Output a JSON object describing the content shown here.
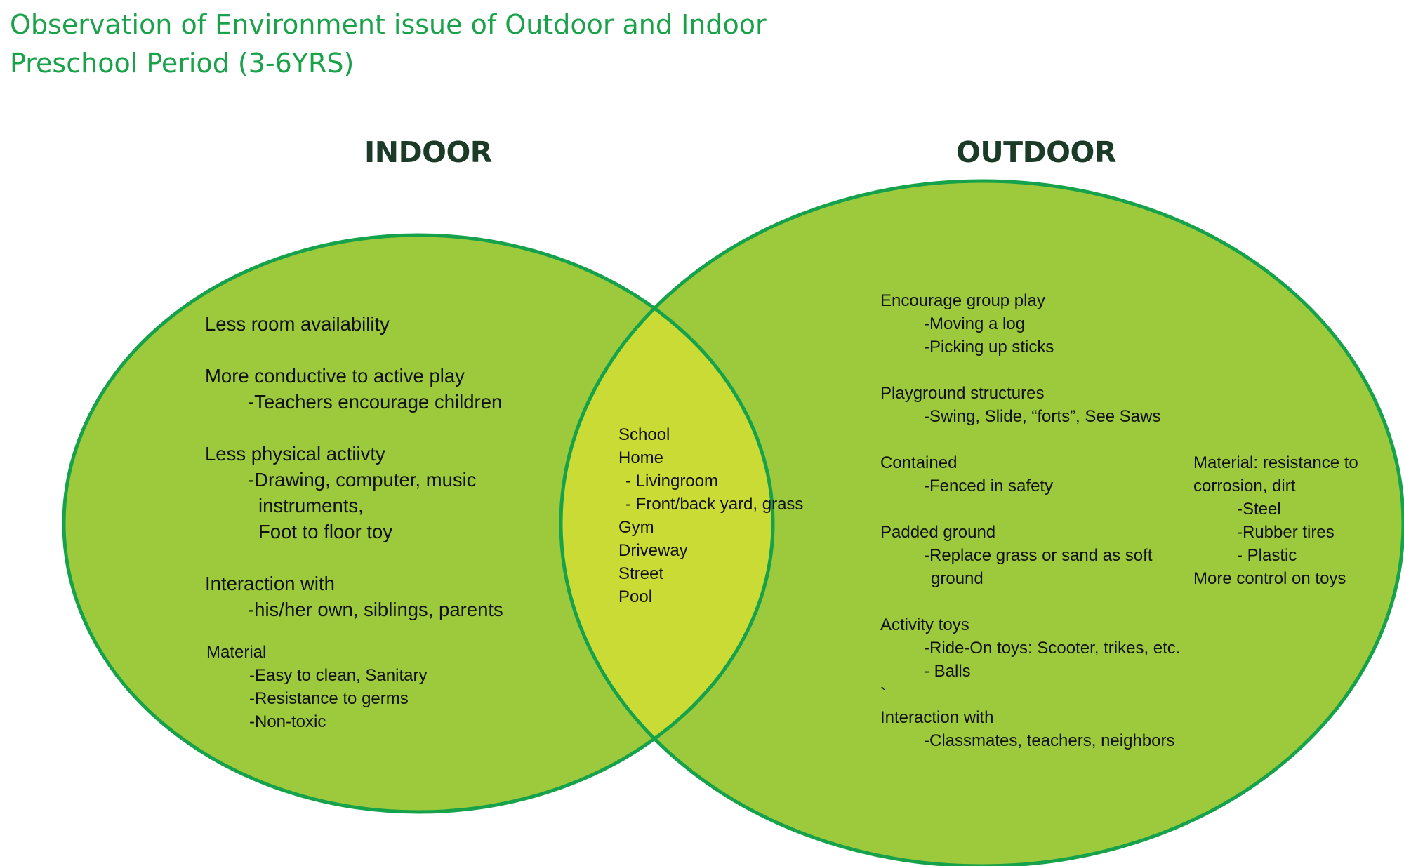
{
  "title_lines": [
    "Observation of Environment issue of Outdoor and Indoor",
    "Preschool Period (3-6YRS)"
  ],
  "colors": {
    "title": "#1aa24a",
    "circle_fill": "#9dca3d",
    "overlap_fill": "#cbdb36",
    "stroke": "#15a24a",
    "heading": "#1b3b28"
  },
  "indoor": {
    "heading": "INDOOR",
    "room": "Less room availability",
    "conductive": "More conductive to active play",
    "teachers": "-Teachers encourage children",
    "physical": "Less physical actiivty",
    "drawing": "-Drawing, computer, music",
    "instruments": "instruments,",
    "foot": "Foot to floor toy",
    "interaction": "Interaction with",
    "siblings": "-his/her own, siblings, parents",
    "material": {
      "title": "Material",
      "clean": "-Easy to clean, Sanitary",
      "germs": "-Resistance to germs",
      "toxic": "-Non-toxic"
    }
  },
  "overlap": {
    "school": "School",
    "home": "Home",
    "livingroom": "- Livingroom",
    "yard": "- Front/back yard, grass",
    "gym": "Gym",
    "driveway": "Driveway",
    "street": "Street",
    "pool": "Pool"
  },
  "outdoor": {
    "heading": "OUTDOOR",
    "group_play": "Encourage group play",
    "log": "-Moving a log",
    "sticks": "-Picking up sticks",
    "playground": "Playground structures",
    "swing": "-Swing, Slide, “forts”, See Saws",
    "contained": "Contained",
    "fenced": "-Fenced in safety",
    "padded": "Padded ground",
    "replace": "-Replace grass or sand as soft",
    "ground": "ground",
    "activity": "Activity toys",
    "ride": "-Ride-On toys: Scooter, trikes, etc.",
    "balls": "- Balls",
    "backtick": "`",
    "interaction": "Interaction with",
    "classmates": "-Classmates, teachers, neighbors"
  },
  "material_outdoor": {
    "resistance": "Material: resistance to",
    "corrosion": "corrosion, dirt",
    "steel": "-Steel",
    "rubber": "-Rubber tires",
    "plastic": "- Plastic",
    "control": "More control on toys"
  }
}
